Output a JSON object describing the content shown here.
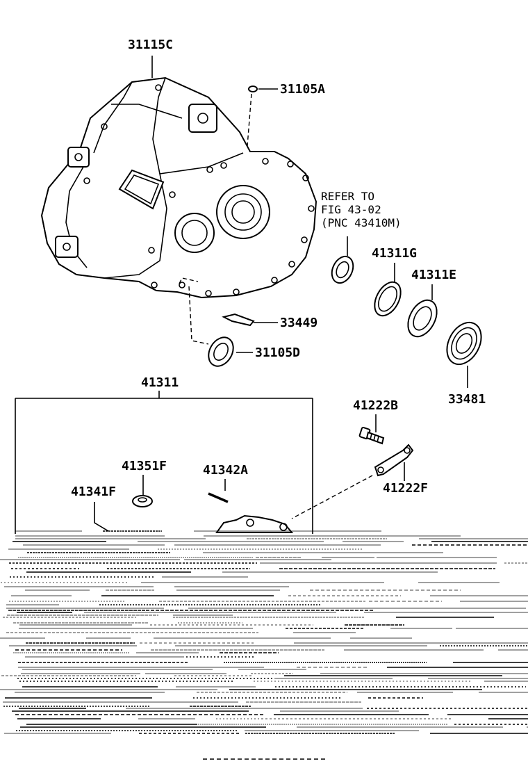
{
  "parts": {
    "p31115C": "31115C",
    "p31105A": "31105A",
    "p41311G": "41311G",
    "p41311E": "41311E",
    "p33449": "33449",
    "p31105D": "31105D",
    "p33481": "33481",
    "p41311": "41311",
    "p41222B": "41222B",
    "p41351F": "41351F",
    "p41342A": "41342A",
    "p41341F": "41341F",
    "p41222F": "41222F"
  },
  "reference_note": {
    "line1": "REFER TO",
    "line2": "FIG 43-02",
    "line3": "(PNC 43410M)"
  }
}
